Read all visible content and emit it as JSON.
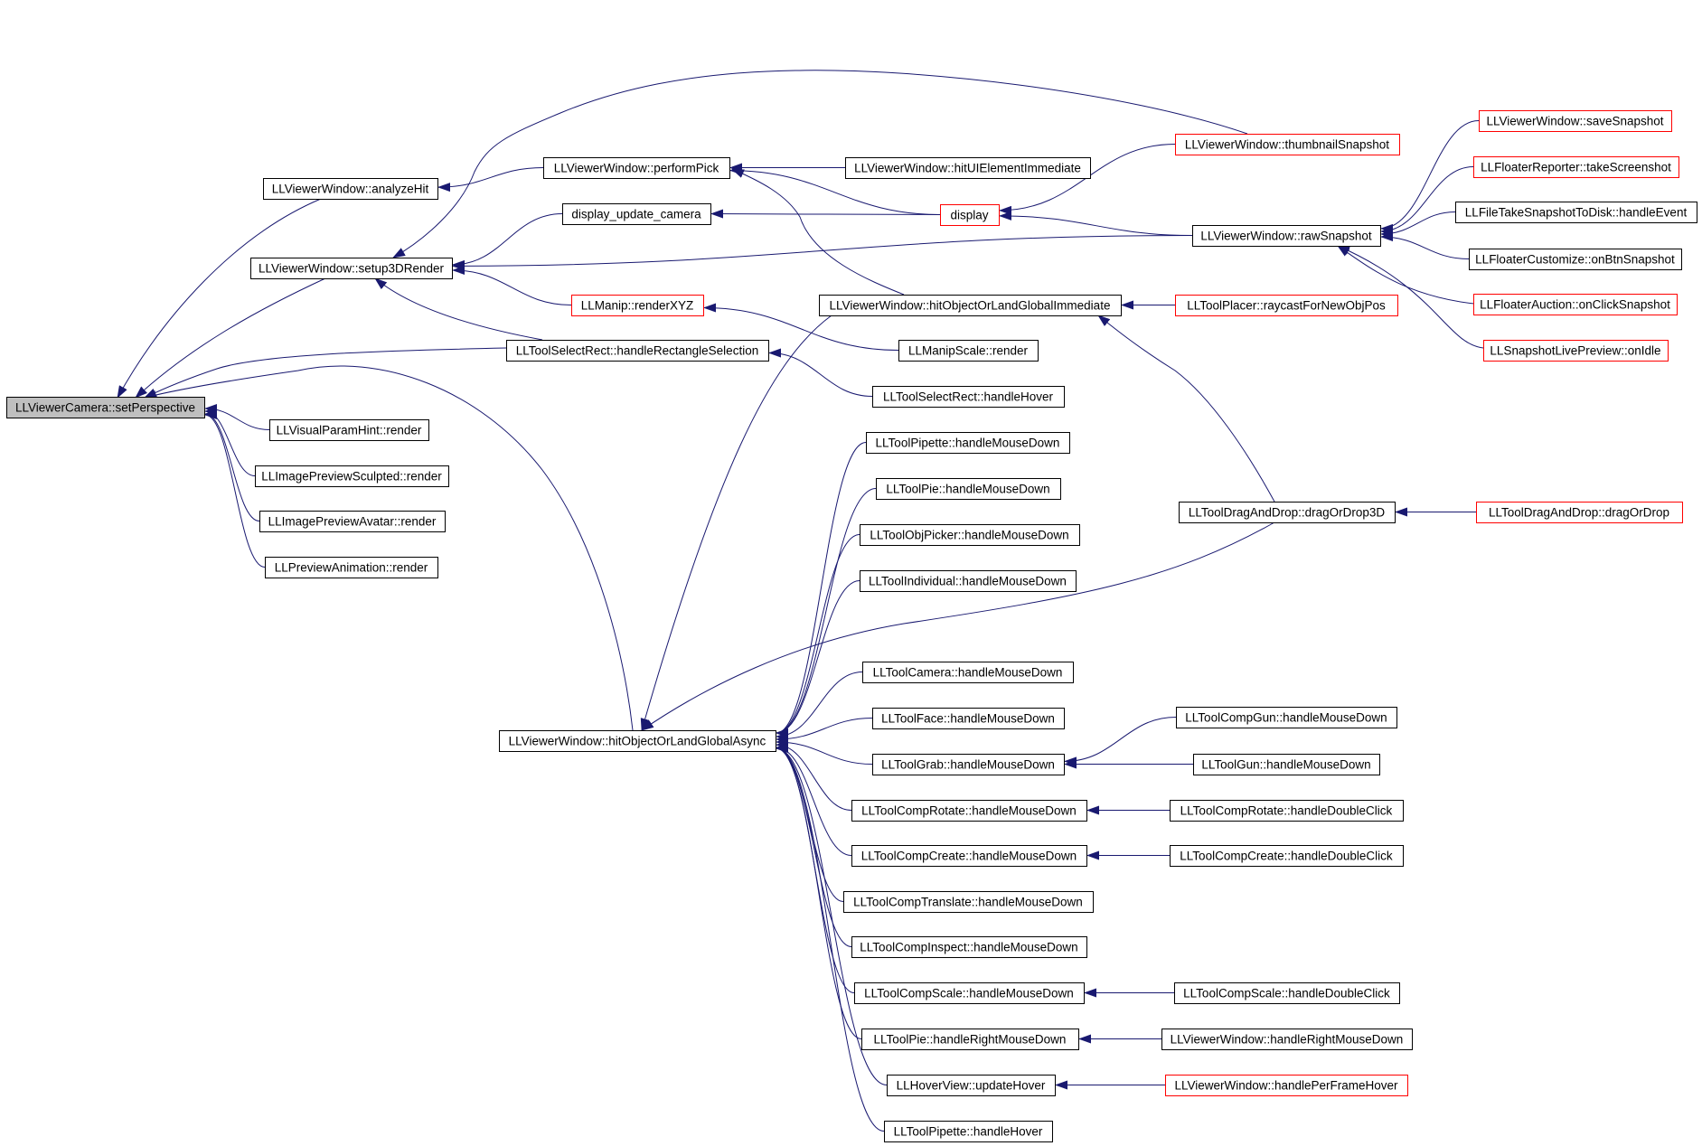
{
  "graph": {
    "nodes": [
      {
        "id": "setPerspective",
        "label": "LLViewerCamera::setPerspective",
        "style": "root"
      },
      {
        "id": "analyzeHit",
        "label": "LLViewerWindow::analyzeHit",
        "style": "normal"
      },
      {
        "id": "setup3DRender",
        "label": "LLViewerWindow::setup3DRender",
        "style": "normal"
      },
      {
        "id": "visualParamHint",
        "label": "LLVisualParamHint::render",
        "style": "normal"
      },
      {
        "id": "imagePreviewSculpted",
        "label": "LLImagePreviewSculpted::render",
        "style": "normal"
      },
      {
        "id": "imagePreviewAvatar",
        "label": "LLImagePreviewAvatar::render",
        "style": "normal"
      },
      {
        "id": "previewAnimation",
        "label": "LLPreviewAnimation::render",
        "style": "normal"
      },
      {
        "id": "performPick",
        "label": "LLViewerWindow::performPick",
        "style": "normal"
      },
      {
        "id": "displayUpdateCamera",
        "label": "display_update_camera",
        "style": "normal"
      },
      {
        "id": "manipRenderXYZ",
        "label": "LLManip::renderXYZ",
        "style": "truncated"
      },
      {
        "id": "handleRectangleSelection",
        "label": "LLToolSelectRect::handleRectangleSelection",
        "style": "normal"
      },
      {
        "id": "hitObjectOrLandGlobalAsync",
        "label": "LLViewerWindow::hitObjectOrLandGlobalAsync",
        "style": "normal"
      },
      {
        "id": "hitUIElementImmediate",
        "label": "LLViewerWindow::hitUIElementImmediate",
        "style": "normal"
      },
      {
        "id": "display",
        "label": "display",
        "style": "truncated"
      },
      {
        "id": "hitObjectOrLandGlobalImmediate",
        "label": "LLViewerWindow::hitObjectOrLandGlobalImmediate",
        "style": "normal"
      },
      {
        "id": "manipScaleRender",
        "label": "LLManipScale::render",
        "style": "normal"
      },
      {
        "id": "selectRectHandleHover",
        "label": "LLToolSelectRect::handleHover",
        "style": "normal"
      },
      {
        "id": "pipetteMouseDown",
        "label": "LLToolPipette::handleMouseDown",
        "style": "normal"
      },
      {
        "id": "pieMouseDown",
        "label": "LLToolPie::handleMouseDown",
        "style": "normal"
      },
      {
        "id": "objPickerMouseDown",
        "label": "LLToolObjPicker::handleMouseDown",
        "style": "normal"
      },
      {
        "id": "individualMouseDown",
        "label": "LLToolIndividual::handleMouseDown",
        "style": "normal"
      },
      {
        "id": "cameraMouseDown",
        "label": "LLToolCamera::handleMouseDown",
        "style": "normal"
      },
      {
        "id": "faceMouseDown",
        "label": "LLToolFace::handleMouseDown",
        "style": "normal"
      },
      {
        "id": "grabMouseDown",
        "label": "LLToolGrab::handleMouseDown",
        "style": "normal"
      },
      {
        "id": "compRotateMouseDown",
        "label": "LLToolCompRotate::handleMouseDown",
        "style": "normal"
      },
      {
        "id": "compCreateMouseDown",
        "label": "LLToolCompCreate::handleMouseDown",
        "style": "normal"
      },
      {
        "id": "compTranslateMouseDown",
        "label": "LLToolCompTranslate::handleMouseDown",
        "style": "normal"
      },
      {
        "id": "compInspectMouseDown",
        "label": "LLToolCompInspect::handleMouseDown",
        "style": "normal"
      },
      {
        "id": "compScaleMouseDown",
        "label": "LLToolCompScale::handleMouseDown",
        "style": "normal"
      },
      {
        "id": "pieRightMouseDown",
        "label": "LLToolPie::handleRightMouseDown",
        "style": "normal"
      },
      {
        "id": "hoverViewUpdateHover",
        "label": "LLHoverView::updateHover",
        "style": "normal"
      },
      {
        "id": "pipetteHandleHover",
        "label": "LLToolPipette::handleHover",
        "style": "normal"
      },
      {
        "id": "thumbnailSnapshot",
        "label": "LLViewerWindow::thumbnailSnapshot",
        "style": "truncated"
      },
      {
        "id": "rawSnapshot",
        "label": "LLViewerWindow::rawSnapshot",
        "style": "normal"
      },
      {
        "id": "raycastForNewObjPos",
        "label": "LLToolPlacer::raycastForNewObjPos",
        "style": "truncated"
      },
      {
        "id": "dragOrDrop3D",
        "label": "LLToolDragAndDrop::dragOrDrop3D",
        "style": "normal"
      },
      {
        "id": "compGunMouseDown",
        "label": "LLToolCompGun::handleMouseDown",
        "style": "normal"
      },
      {
        "id": "gunMouseDown",
        "label": "LLToolGun::handleMouseDown",
        "style": "normal"
      },
      {
        "id": "compRotateDoubleClick",
        "label": "LLToolCompRotate::handleDoubleClick",
        "style": "normal"
      },
      {
        "id": "compCreateDoubleClick",
        "label": "LLToolCompCreate::handleDoubleClick",
        "style": "normal"
      },
      {
        "id": "compScaleDoubleClick",
        "label": "LLToolCompScale::handleDoubleClick",
        "style": "normal"
      },
      {
        "id": "viewerRightMouseDown",
        "label": "LLViewerWindow::handleRightMouseDown",
        "style": "normal"
      },
      {
        "id": "perFrameHover",
        "label": "LLViewerWindow::handlePerFrameHover",
        "style": "truncated"
      },
      {
        "id": "saveSnapshot",
        "label": "LLViewerWindow::saveSnapshot",
        "style": "truncated"
      },
      {
        "id": "takeScreenshot",
        "label": "LLFloaterReporter::takeScreenshot",
        "style": "truncated"
      },
      {
        "id": "takeSnapshotToDisk",
        "label": "LLFileTakeSnapshotToDisk::handleEvent",
        "style": "normal"
      },
      {
        "id": "onBtnSnapshot",
        "label": "LLFloaterCustomize::onBtnSnapshot",
        "style": "normal"
      },
      {
        "id": "onClickSnapshot",
        "label": "LLFloaterAuction::onClickSnapshot",
        "style": "truncated"
      },
      {
        "id": "snapshotOnIdle",
        "label": "LLSnapshotLivePreview::onIdle",
        "style": "truncated"
      },
      {
        "id": "dragOrDrop",
        "label": "LLToolDragAndDrop::dragOrDrop",
        "style": "truncated"
      }
    ],
    "edges": [
      [
        "analyzeHit",
        "setPerspective"
      ],
      [
        "setup3DRender",
        "setPerspective"
      ],
      [
        "handleRectangleSelection",
        "setPerspective"
      ],
      [
        "hitObjectOrLandGlobalAsync",
        "setPerspective"
      ],
      [
        "visualParamHint",
        "setPerspective"
      ],
      [
        "imagePreviewSculpted",
        "setPerspective"
      ],
      [
        "imagePreviewAvatar",
        "setPerspective"
      ],
      [
        "previewAnimation",
        "setPerspective"
      ],
      [
        "performPick",
        "analyzeHit"
      ],
      [
        "displayUpdateCamera",
        "setup3DRender"
      ],
      [
        "manipRenderXYZ",
        "setup3DRender"
      ],
      [
        "handleRectangleSelection",
        "setup3DRender"
      ],
      [
        "thumbnailSnapshot",
        "setup3DRender"
      ],
      [
        "rawSnapshot",
        "setup3DRender"
      ],
      [
        "hitUIElementImmediate",
        "performPick"
      ],
      [
        "display",
        "performPick"
      ],
      [
        "hitObjectOrLandGlobalImmediate",
        "performPick"
      ],
      [
        "display",
        "displayUpdateCamera"
      ],
      [
        "manipScaleRender",
        "manipRenderXYZ"
      ],
      [
        "selectRectHandleHover",
        "handleRectangleSelection"
      ],
      [
        "thumbnailSnapshot",
        "display"
      ],
      [
        "rawSnapshot",
        "display"
      ],
      [
        "raycastForNewObjPos",
        "hitObjectOrLandGlobalImmediate"
      ],
      [
        "dragOrDrop3D",
        "hitObjectOrLandGlobalImmediate"
      ],
      [
        "saveSnapshot",
        "rawSnapshot"
      ],
      [
        "takeScreenshot",
        "rawSnapshot"
      ],
      [
        "takeSnapshotToDisk",
        "rawSnapshot"
      ],
      [
        "onBtnSnapshot",
        "rawSnapshot"
      ],
      [
        "onClickSnapshot",
        "rawSnapshot"
      ],
      [
        "snapshotOnIdle",
        "rawSnapshot"
      ],
      [
        "dragOrDrop",
        "dragOrDrop3D"
      ],
      [
        "hitObjectOrLandGlobalImmediate",
        "hitObjectOrLandGlobalAsync"
      ],
      [
        "pipetteMouseDown",
        "hitObjectOrLandGlobalAsync"
      ],
      [
        "pieMouseDown",
        "hitObjectOrLandGlobalAsync"
      ],
      [
        "objPickerMouseDown",
        "hitObjectOrLandGlobalAsync"
      ],
      [
        "individualMouseDown",
        "hitObjectOrLandGlobalAsync"
      ],
      [
        "dragOrDrop3D",
        "hitObjectOrLandGlobalAsync"
      ],
      [
        "cameraMouseDown",
        "hitObjectOrLandGlobalAsync"
      ],
      [
        "faceMouseDown",
        "hitObjectOrLandGlobalAsync"
      ],
      [
        "grabMouseDown",
        "hitObjectOrLandGlobalAsync"
      ],
      [
        "compRotateMouseDown",
        "hitObjectOrLandGlobalAsync"
      ],
      [
        "compCreateMouseDown",
        "hitObjectOrLandGlobalAsync"
      ],
      [
        "compTranslateMouseDown",
        "hitObjectOrLandGlobalAsync"
      ],
      [
        "compInspectMouseDown",
        "hitObjectOrLandGlobalAsync"
      ],
      [
        "compScaleMouseDown",
        "hitObjectOrLandGlobalAsync"
      ],
      [
        "pieRightMouseDown",
        "hitObjectOrLandGlobalAsync"
      ],
      [
        "hoverViewUpdateHover",
        "hitObjectOrLandGlobalAsync"
      ],
      [
        "pipetteHandleHover",
        "hitObjectOrLandGlobalAsync"
      ],
      [
        "compGunMouseDown",
        "grabMouseDown"
      ],
      [
        "gunMouseDown",
        "grabMouseDown"
      ],
      [
        "compRotateDoubleClick",
        "compRotateMouseDown"
      ],
      [
        "compCreateDoubleClick",
        "compCreateMouseDown"
      ],
      [
        "compScaleDoubleClick",
        "compScaleMouseDown"
      ],
      [
        "viewerRightMouseDown",
        "pieRightMouseDown"
      ],
      [
        "perFrameHover",
        "hoverViewUpdateHover"
      ]
    ]
  },
  "colors": {
    "edge": "#191970",
    "node_border": "#000000",
    "truncated_border": "#ff0000",
    "root_fill": "#bfbfbf",
    "node_fill": "#ffffff"
  }
}
